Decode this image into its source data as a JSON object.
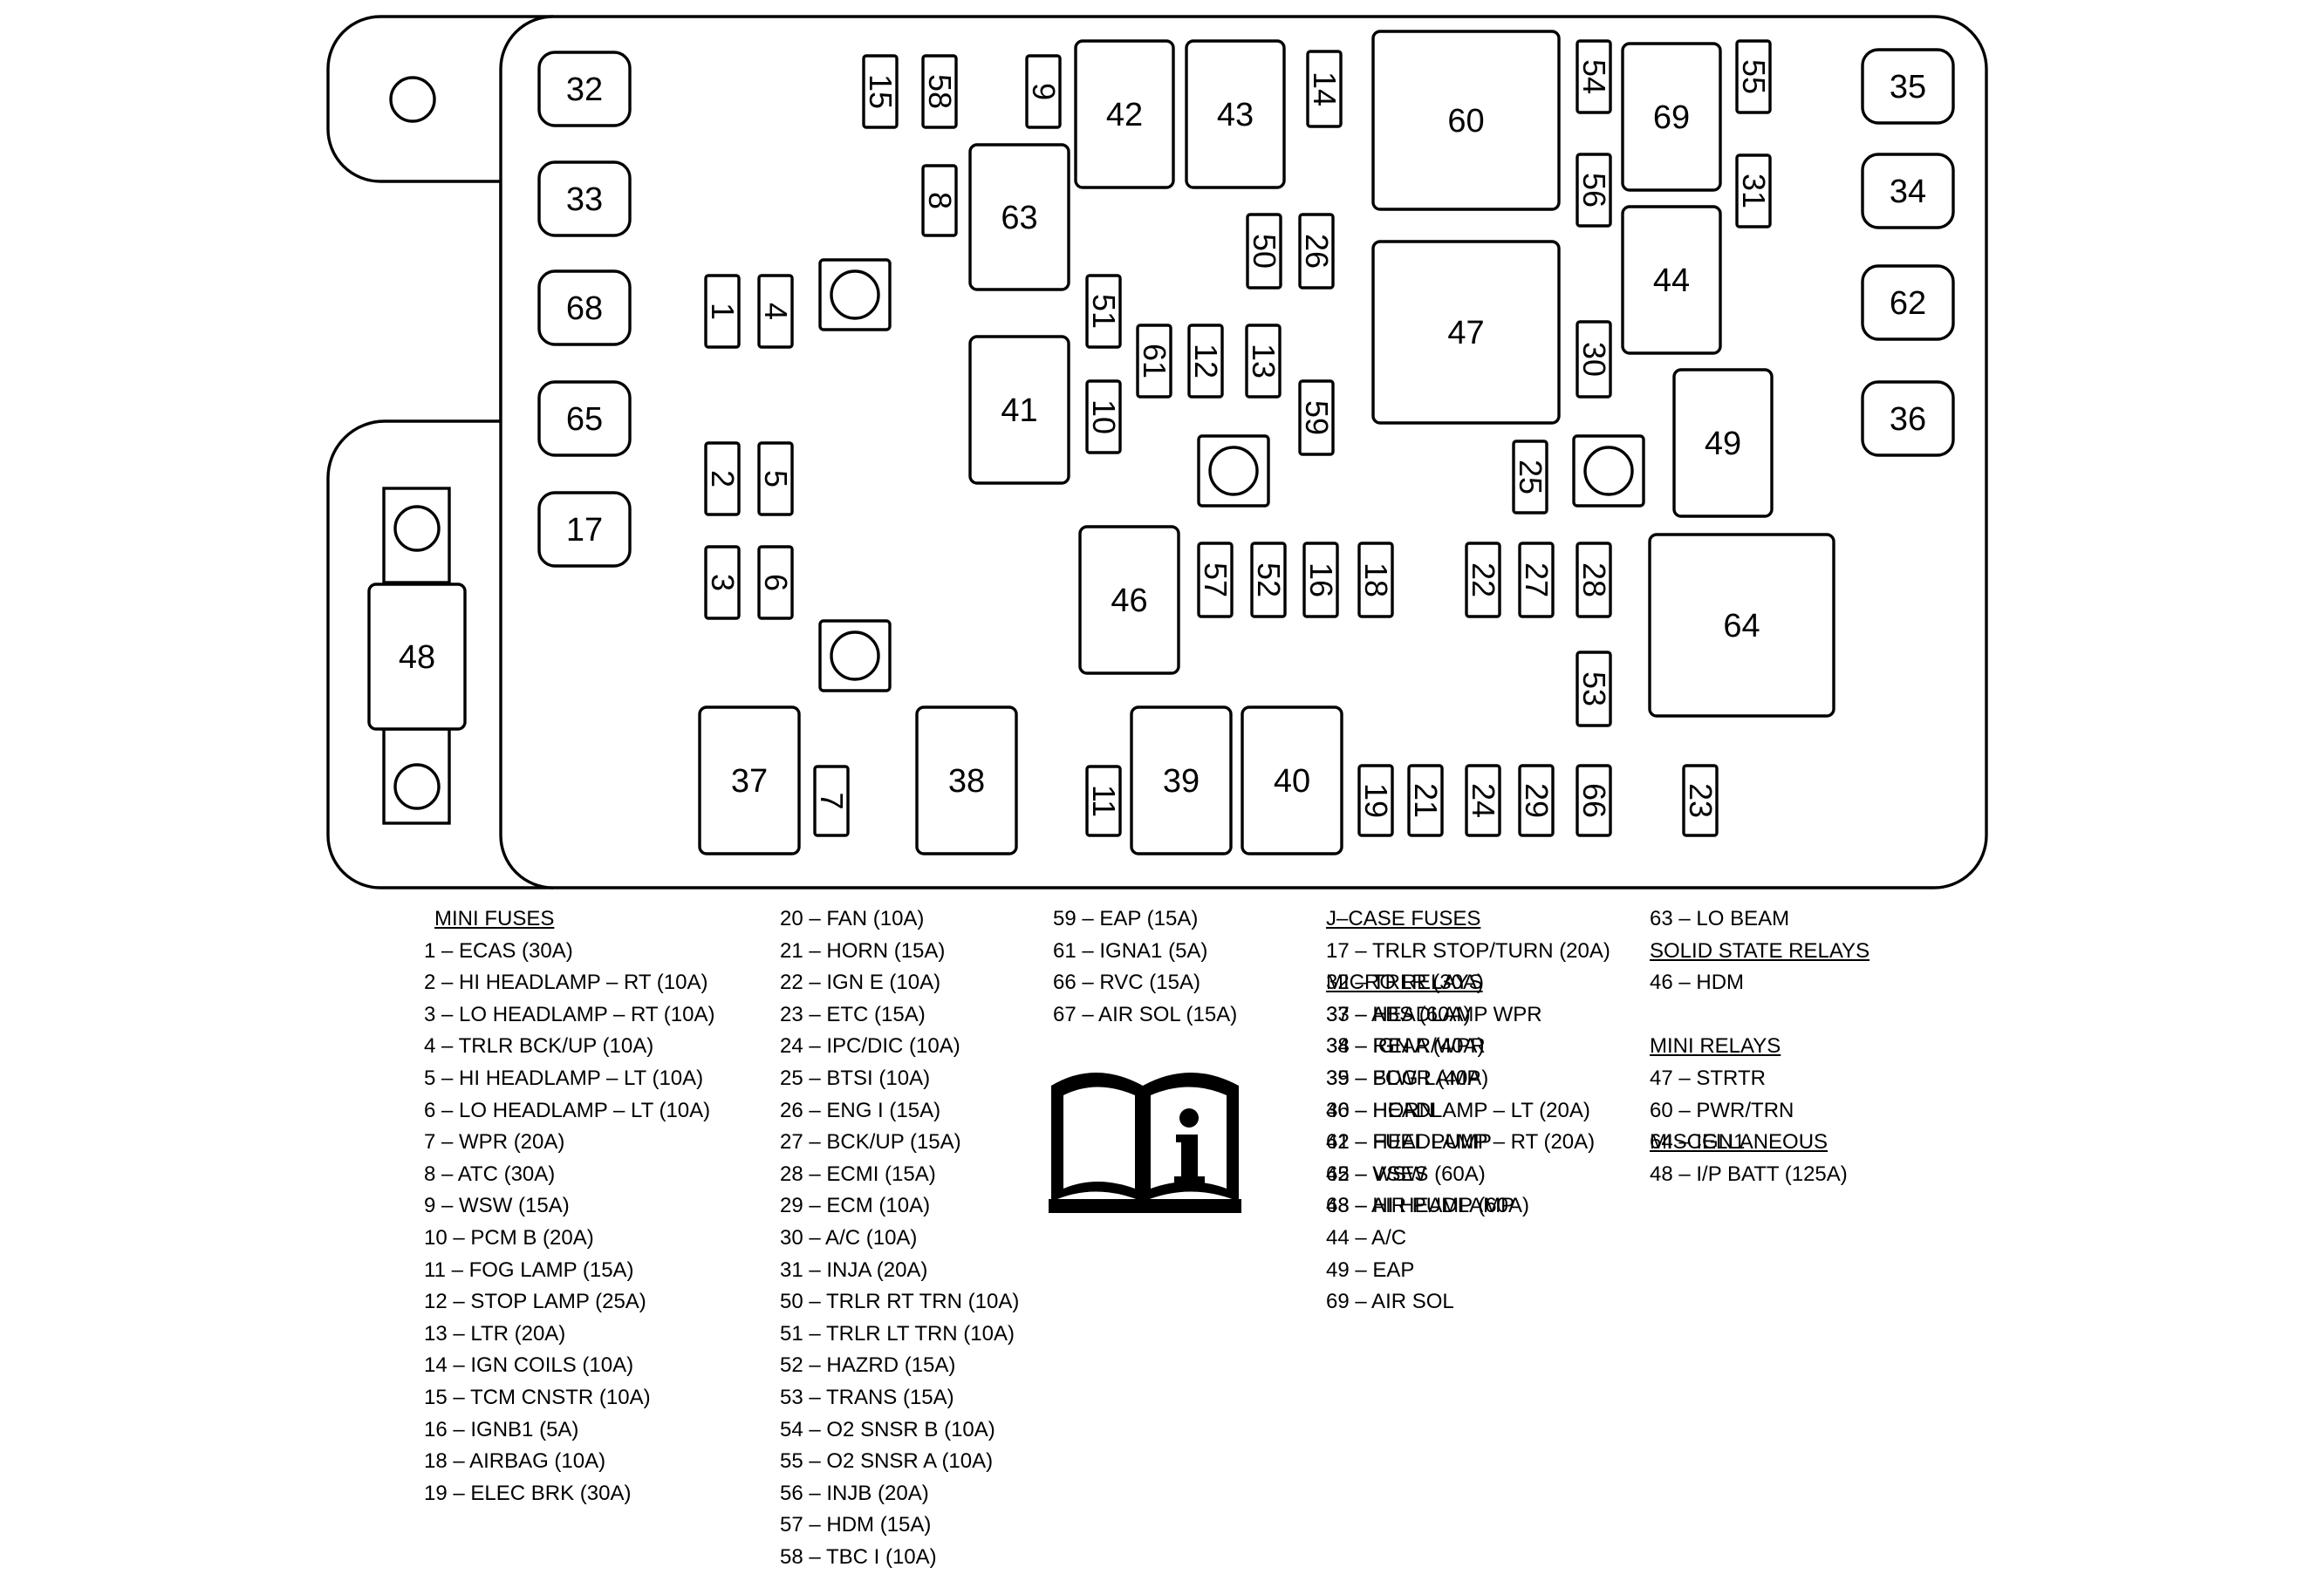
{
  "diagram": {
    "fuses_rect": [
      {
        "id": "32",
        "label": "32"
      },
      {
        "id": "33",
        "label": "33"
      },
      {
        "id": "68",
        "label": "68"
      },
      {
        "id": "65",
        "label": "65"
      },
      {
        "id": "17",
        "label": "17"
      },
      {
        "id": "35",
        "label": "35"
      },
      {
        "id": "34",
        "label": "34"
      },
      {
        "id": "62",
        "label": "62"
      },
      {
        "id": "36",
        "label": "36"
      },
      {
        "id": "42",
        "label": "42"
      },
      {
        "id": "43",
        "label": "43"
      },
      {
        "id": "63",
        "label": "63"
      },
      {
        "id": "41",
        "label": "41"
      },
      {
        "id": "46",
        "label": "46"
      },
      {
        "id": "60",
        "label": "60"
      },
      {
        "id": "47",
        "label": "47"
      },
      {
        "id": "69",
        "label": "69"
      },
      {
        "id": "44",
        "label": "44"
      },
      {
        "id": "49",
        "label": "49"
      },
      {
        "id": "64",
        "label": "64"
      },
      {
        "id": "37",
        "label": "37"
      },
      {
        "id": "38",
        "label": "38"
      },
      {
        "id": "39",
        "label": "39"
      },
      {
        "id": "40",
        "label": "40"
      },
      {
        "id": "48",
        "label": "48"
      }
    ],
    "fuses_mini": [
      "15",
      "58",
      "9",
      "14",
      "8",
      "54",
      "55",
      "56",
      "31",
      "50",
      "26",
      "51",
      "61",
      "12",
      "13",
      "10",
      "59",
      "30",
      "25",
      "1",
      "4",
      "2",
      "5",
      "3",
      "6",
      "57",
      "52",
      "16",
      "18",
      "22",
      "27",
      "28",
      "53",
      "7",
      "11",
      "19",
      "21",
      "24",
      "29",
      "66",
      "23"
    ]
  },
  "legend": {
    "col1": {
      "heading": "MINI FUSES",
      "items": [
        "1 – ECAS (30A)",
        "2 – HI HEADLAMP – RT (10A)",
        "3 – LO HEADLAMP – RT (10A)",
        "4 – TRLR BCK/UP (10A)",
        "5 – HI HEADLAMP – LT (10A)",
        "6 – LO HEADLAMP – LT (10A)",
        "7 – WPR (20A)",
        "8 – ATC (30A)",
        "9 – WSW (15A)",
        "10 – PCM B (20A)",
        "11 – FOG LAMP (15A)",
        "12 – STOP LAMP (25A)",
        "13 – LTR (20A)",
        "14 – IGN COILS (10A)",
        "15 – TCM CNSTR (10A)",
        "16 – IGNB1 (5A)",
        "18 – AIRBAG (10A)",
        "19 – ELEC BRK (30A)"
      ]
    },
    "col2": {
      "items": [
        "20 – FAN (10A)",
        "21 – HORN (15A)",
        "22 – IGN E (10A)",
        "23 – ETC (15A)",
        "24 – IPC/DIC (10A)",
        "25 – BTSI (10A)",
        "26 – ENG I (15A)",
        "27 – BCK/UP (15A)",
        "28 – ECMI (15A)",
        "29 – ECM (10A)",
        "30 – A/C (10A)",
        "31 – INJA (20A)",
        "50 – TRLR RT TRN (10A)",
        "51 – TRLR LT TRN (10A)",
        "52 – HAZRD (15A)",
        "53 – TRANS (15A)",
        "54 – O2 SNSR B (10A)",
        "55 – O2 SNSR A (10A)",
        "56 – INJB (20A)",
        "57 – HDM (15A)",
        "58 – TBC I (10A)"
      ]
    },
    "col3": {
      "items": [
        "59 – EAP (15A)",
        "61 – IGNA1 (5A)",
        "66 – RVC (15A)",
        "67 – AIR SOL (15A)"
      ]
    },
    "col4": {
      "heading": "J–CASE FUSES",
      "items": [
        "17 – TRLR STOP/TURN (20A)",
        "32 – TRLR (30A)",
        "33 – ABS (60A)",
        "34 – IGN A (40A)",
        "35 – BLWR (40A)",
        "36 – HEADLAMP – LT (20A)",
        "62 – HEADLAMP – RT (20A)",
        "65 – VSES (60A)",
        "68 – AIR PUMP (60A)"
      ],
      "heading2": "MICRO RELAYS",
      "items2": [
        "37 – HEADLAMP WPR",
        "38 – REAR/WPR",
        "39 – FOG LAMP",
        "40 – HORN",
        "41 – FUEL PUMP",
        "42 – WSW",
        "43 – HI HEADLAMP",
        "44 – A/C",
        "49 – EAP",
        "69 – AIR SOL"
      ]
    },
    "col5": {
      "item_top": "63 – LO BEAM",
      "heading_ssr": "SOLID STATE RELAYS",
      "ssr_items": [
        "46 – HDM"
      ],
      "heading_mini_relays": "MINI RELAYS",
      "mini_relay_items": [
        "47 – STRTR",
        "60 – PWR/TRN",
        "64 – IGN1"
      ],
      "heading_misc": "MISCELLANEOUS",
      "misc_items": [
        "48 – I/P BATT (125A)"
      ]
    },
    "info_icon": "owner-manual-info-icon"
  }
}
